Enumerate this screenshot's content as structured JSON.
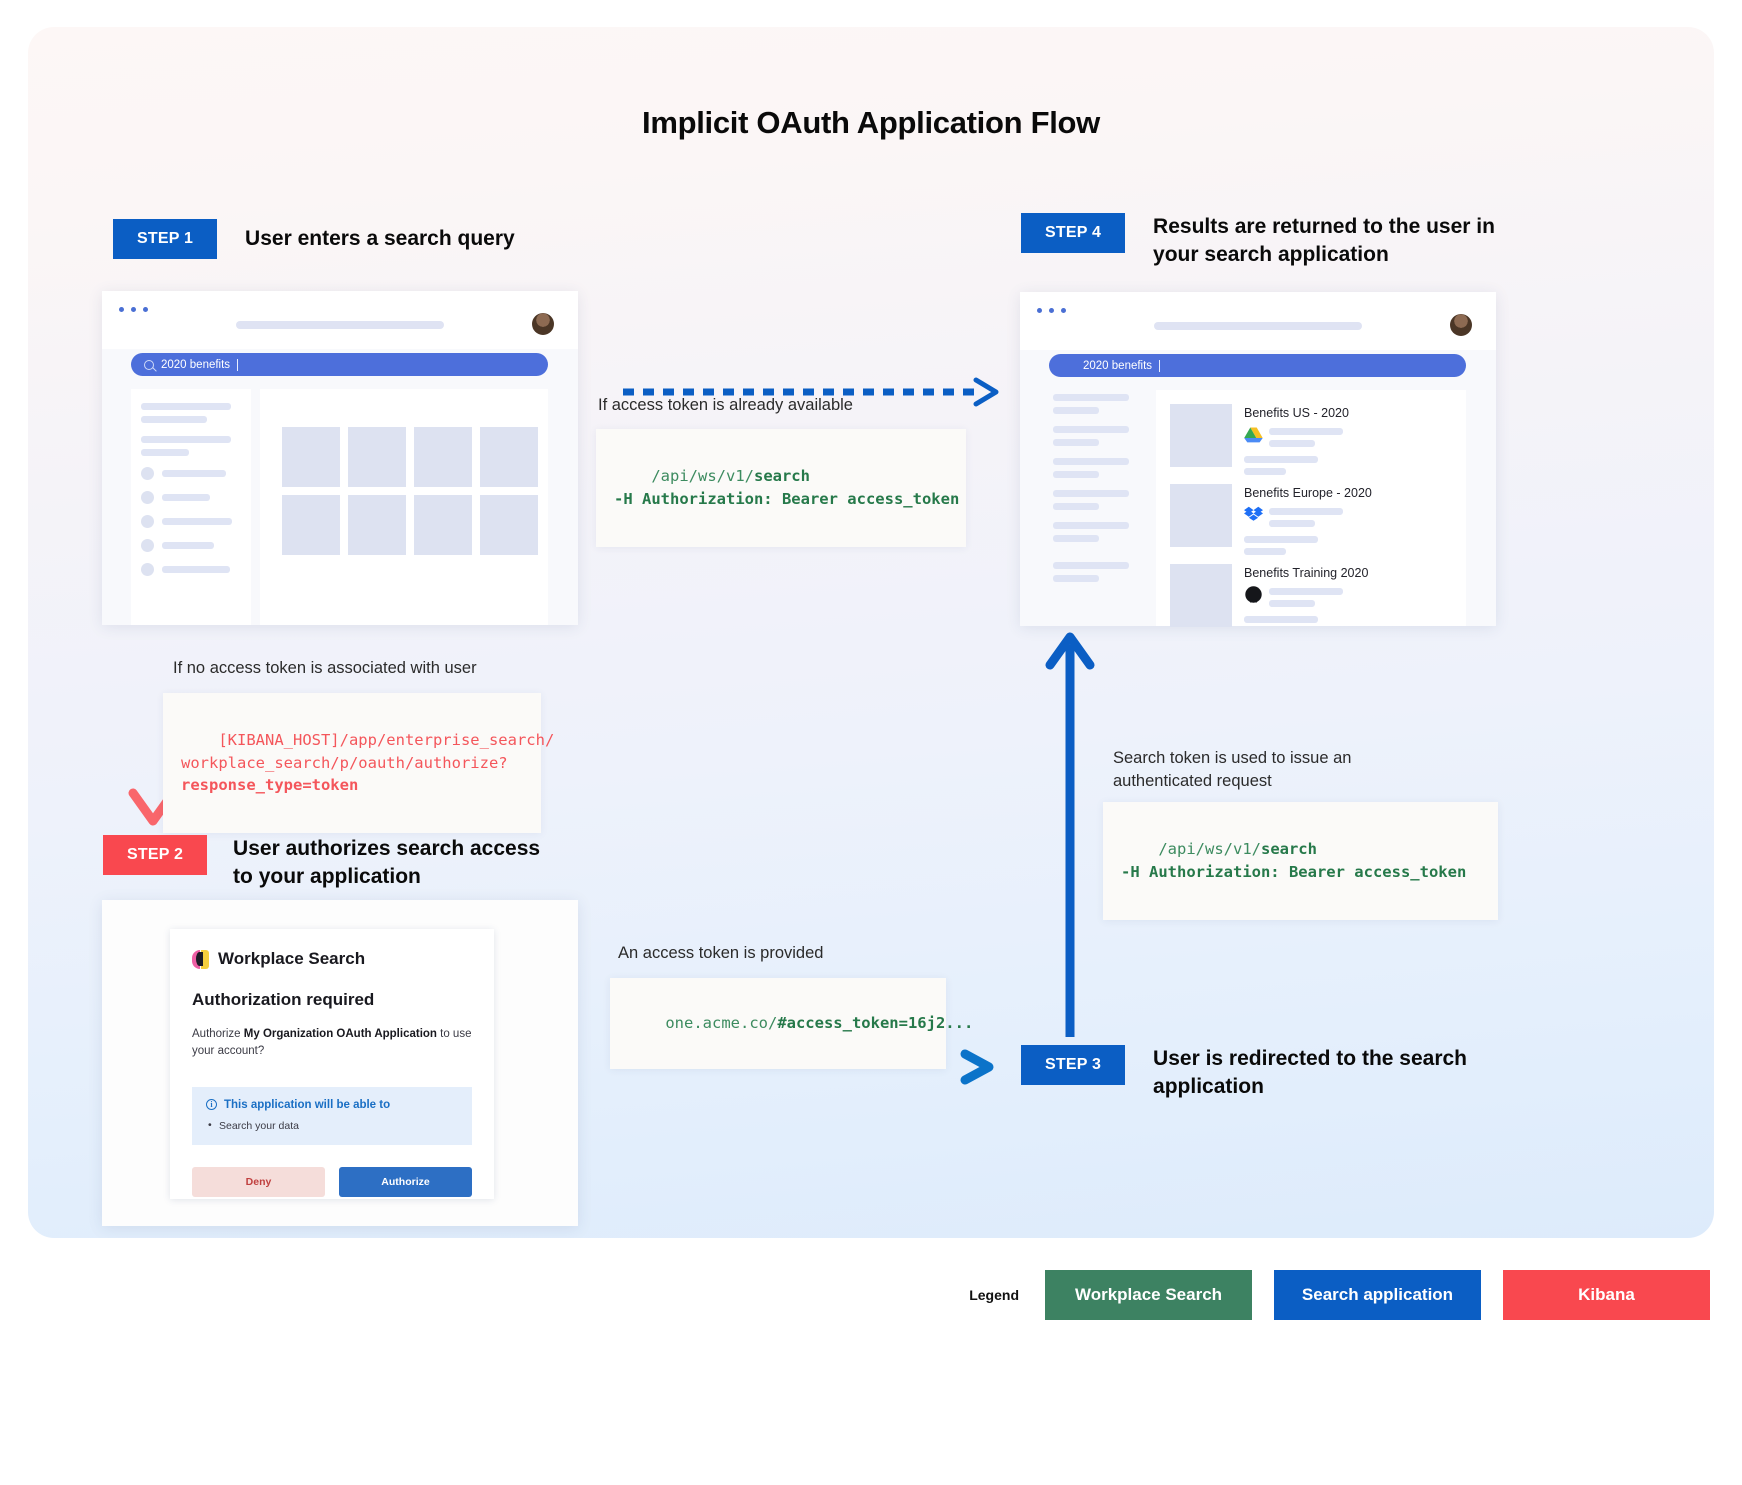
{
  "title": "Implicit OAuth Application Flow",
  "steps": {
    "step1": {
      "badge": "STEP 1",
      "heading": "User enters a search query"
    },
    "step2": {
      "badge": "STEP 2",
      "heading": "User authorizes search access to your application"
    },
    "step3": {
      "badge": "STEP 3",
      "heading": "User is redirected to the search application"
    },
    "step4": {
      "badge": "STEP 4",
      "heading": "Results are returned to the user in your search application"
    }
  },
  "browser1": {
    "search_query": "2020 benefits"
  },
  "browser2": {
    "search_query": "2020 benefits",
    "results": [
      {
        "title": "Benefits US - 2020",
        "source_icon": "google-drive-icon"
      },
      {
        "title": "Benefits Europe - 2020",
        "source_icon": "dropbox-icon"
      },
      {
        "title": "Benefits Training 2020",
        "source_icon": "github-icon"
      }
    ]
  },
  "connectors": {
    "token_available_caption": "If access token is already available",
    "token_available_code_line1_path": "/api/ws/v1/",
    "token_available_code_line1_bold": "search",
    "token_available_code_line2": "-H Authorization: Bearer access_token",
    "no_token_caption": "If no access token is associated with user",
    "no_token_code_line1": "[KIBANA_HOST]/app/enterprise_search/",
    "no_token_code_line2": "workplace_search/p/oauth/authorize?",
    "no_token_code_line3": "response_type=token",
    "provided_token_caption": "An access token is provided",
    "provided_token_code_prefix": "one.acme.co/",
    "provided_token_code_bold": "#access_token=16j2...",
    "search_token_caption": "Search token is used to issue an authenticated request",
    "search_token_code_line1_path": "/api/ws/v1/",
    "search_token_code_line1_bold": "search",
    "search_token_code_line2": "-H Authorization: Bearer access_token"
  },
  "auth_dialog": {
    "brand": "Workplace Search",
    "title": "Authorization required",
    "desc_prefix": "Authorize ",
    "desc_app": "My Organization OAuth Application",
    "desc_suffix": " to use your account?",
    "callout_title": "This application will be able to",
    "callout_item": "Search your data",
    "deny_label": "Deny",
    "authorize_label": "Authorize"
  },
  "legend": {
    "label": "Legend",
    "items": [
      {
        "label": "Workplace Search",
        "color": "#3d8262"
      },
      {
        "label": "Search application",
        "color": "#0b5ec4"
      },
      {
        "label": "Kibana",
        "color": "#f9484f"
      }
    ]
  }
}
